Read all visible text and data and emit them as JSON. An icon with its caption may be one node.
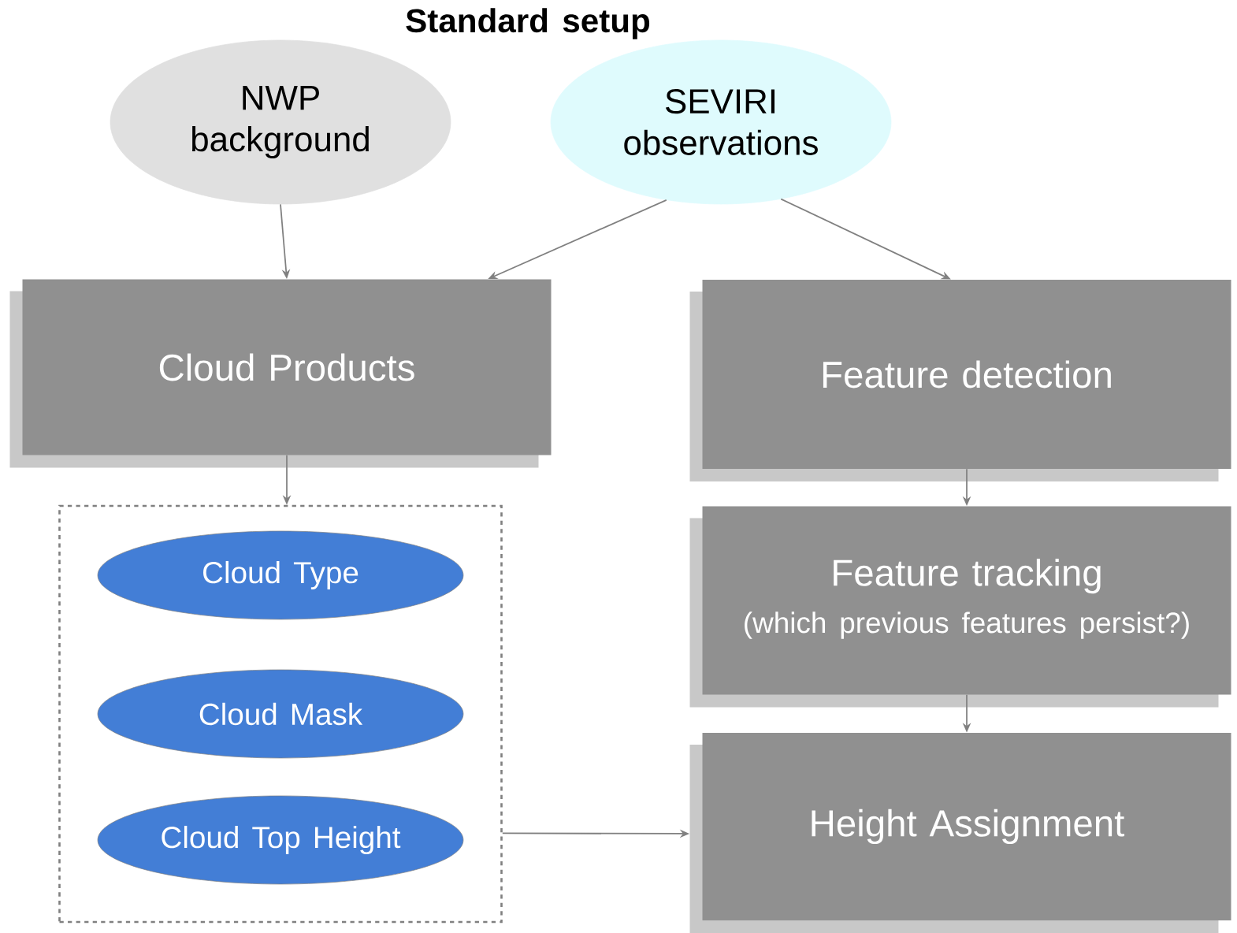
{
  "diagram": {
    "title": "Standard setup",
    "nodes": [
      {
        "text": [
          "NWP background"
        ]
      },
      {
        "text": [
          "SEVIRI observations"
        ]
      },
      {
        "text": [
          "Cloud Products"
        ]
      },
      {
        "text": [],
        "shape": "box"
      },
      {
        "text": [
          "Cloud Type"
        ],
        "in": 3
      },
      {
        "text": [
          "Cloud Mask"
        ],
        "in": 3
      },
      {
        "text": [
          "Cloud Top Height"
        ],
        "in": 3
      },
      {
        "text": [
          "Feature detection"
        ]
      },
      {
        "text": [
          "Feature tracking",
          "(which previous features persist?)"
        ]
      },
      {
        "text": [
          "Height Assignment"
        ]
      }
    ],
    "edges": [
      {
        "from": 0,
        "to": 2,
        "arrow": "to"
      },
      {
        "from": 1,
        "to": 2,
        "arrow": "to"
      },
      {
        "from": 1,
        "to": 7,
        "arrow": "to"
      },
      {
        "from": 2,
        "to": 3,
        "arrow": "to"
      },
      {
        "from": 7,
        "to": 8,
        "arrow": "to"
      },
      {
        "from": 8,
        "to": 9,
        "arrow": "to"
      },
      {
        "from": 3,
        "to": 9,
        "arrow": "to"
      }
    ]
  }
}
